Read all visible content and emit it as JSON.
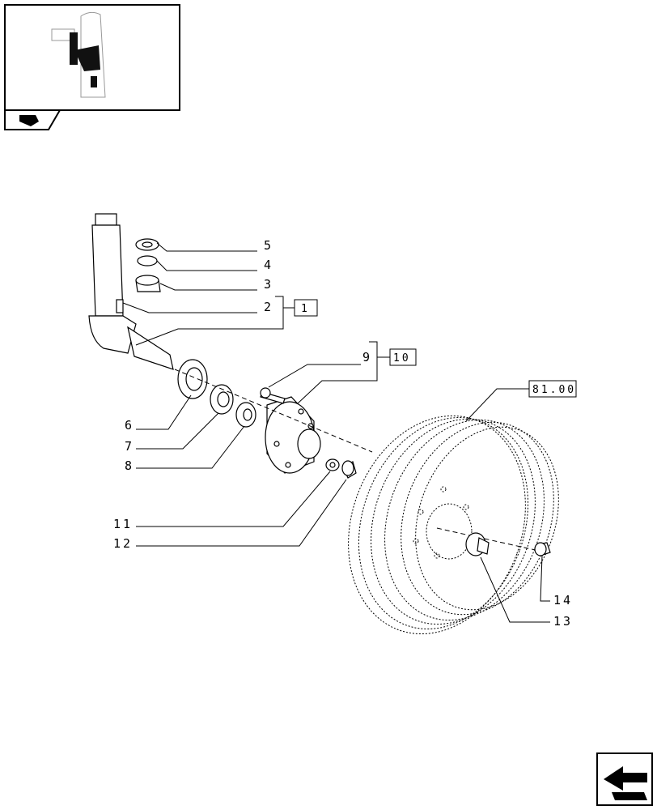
{
  "callouts": {
    "c5": "5",
    "c4": "4",
    "c3": "3",
    "c2": "2",
    "c9": "9",
    "c6": "6",
    "c7": "7",
    "c8": "8",
    "c11": "11",
    "c12": "12",
    "c13": "13",
    "c14": "14"
  },
  "refs": {
    "r1": "1",
    "r10": "10",
    "r81": "81.00"
  },
  "icons": {
    "thumbnail": "tractor-location-thumbnail-icon",
    "tab": "tractor-tab-icon",
    "nav": "next-page-arrow-icon"
  }
}
